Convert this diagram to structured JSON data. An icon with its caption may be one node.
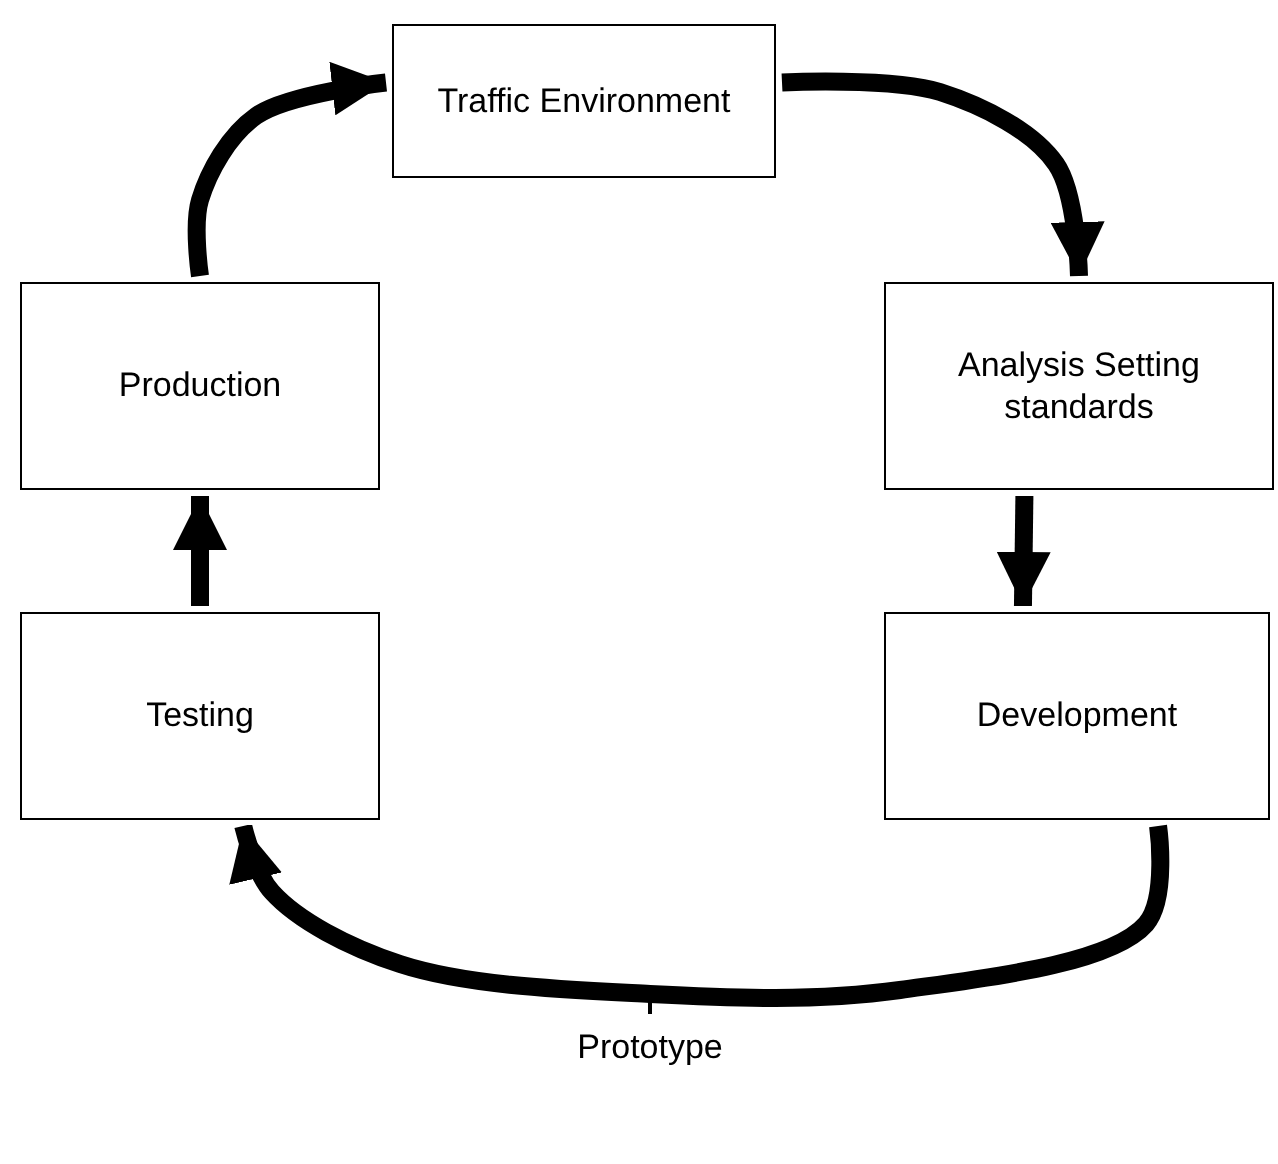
{
  "diagram": {
    "nodes": [
      {
        "text": [
          "Traffic Environment"
        ]
      },
      {
        "text": [
          "Production"
        ]
      },
      {
        "text": [
          "Analysis Setting standards"
        ]
      },
      {
        "text": [
          "Testing"
        ]
      },
      {
        "text": [
          "Development"
        ]
      },
      {
        "text": [
          "Prototype"
        ]
      }
    ],
    "edges": [
      {
        "from": 1,
        "to": 0,
        "arrow": "to"
      },
      {
        "from": 0,
        "to": 2,
        "arrow": "to"
      },
      {
        "from": 2,
        "to": 4,
        "arrow": "to"
      },
      {
        "from": 4,
        "to": 3,
        "arrow": "to"
      },
      {
        "from": 3,
        "to": 1,
        "arrow": "to"
      },
      {
        "from": 5,
        "to": null,
        "arrow": "none"
      }
    ]
  }
}
